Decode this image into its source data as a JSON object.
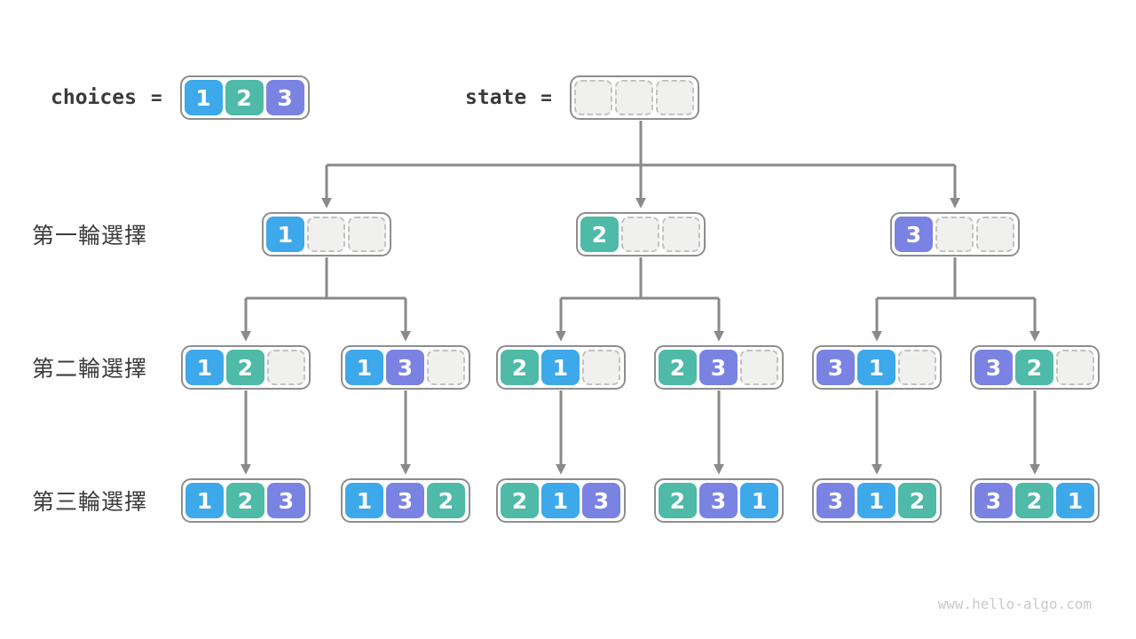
{
  "header": {
    "choices_label": "choices",
    "state_label": "state",
    "equals_sign": "=",
    "choices": [
      "1",
      "2",
      "3"
    ],
    "state": [
      "",
      "",
      ""
    ]
  },
  "rows": [
    {
      "label": "第一輪選擇"
    },
    {
      "label": "第二輪選擇"
    },
    {
      "label": "第三輪選擇"
    }
  ],
  "tree": {
    "level1": [
      [
        "1",
        "",
        ""
      ],
      [
        "2",
        "",
        ""
      ],
      [
        "3",
        "",
        ""
      ]
    ],
    "level2": [
      [
        "1",
        "2",
        ""
      ],
      [
        "1",
        "3",
        ""
      ],
      [
        "2",
        "1",
        ""
      ],
      [
        "2",
        "3",
        ""
      ],
      [
        "3",
        "1",
        ""
      ],
      [
        "3",
        "2",
        ""
      ]
    ],
    "level3": [
      [
        "1",
        "2",
        "3"
      ],
      [
        "1",
        "3",
        "2"
      ],
      [
        "2",
        "1",
        "3"
      ],
      [
        "2",
        "3",
        "1"
      ],
      [
        "3",
        "1",
        "2"
      ],
      [
        "3",
        "2",
        "1"
      ]
    ]
  },
  "colors": {
    "1": "#3da8ea",
    "2": "#4ebaa7",
    "3": "#7a83e1",
    "connector": "#8a8a8a",
    "node_border": "#8e8e8e",
    "empty_cell": "#f0f0ef"
  },
  "watermark": "www.hello-algo.com"
}
